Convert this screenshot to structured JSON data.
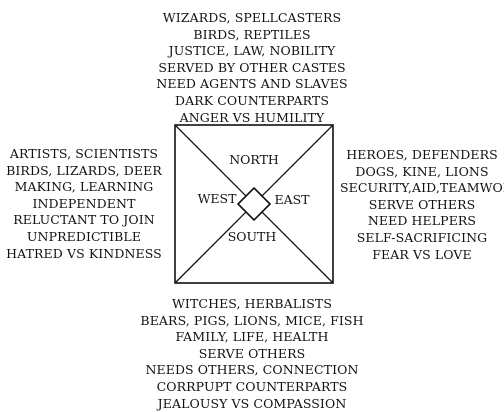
{
  "north": {
    "label": "NORTH",
    "lines": [
      "WIZARDS, SPELLCASTERS",
      "BIRDS, REPTILES",
      "JUSTICE, LAW, NOBILITY",
      "SERVED BY OTHER CASTES",
      "NEED AGENTS AND SLAVES",
      "DARK COUNTERPARTS",
      "ANGER VS HUMILITY"
    ]
  },
  "west": {
    "label": "WEST",
    "lines": [
      "ARTISTS, SCIENTISTS",
      "BIRDS, LIZARDS, DEER",
      "MAKING, LEARNING",
      "INDEPENDENT",
      "RELUCTANT TO JOIN",
      "UNPREDICTIBLE",
      "HATRED VS KINDNESS"
    ]
  },
  "east": {
    "label": "EAST",
    "lines": [
      "HEROES, DEFENDERS",
      "DOGS, KINE, LIONS",
      "SECURITY,AID,TEAMWORK",
      "SERVE OTHERS",
      "NEED HELPERS",
      "SELF-SACRIFICING",
      "FEAR VS LOVE"
    ]
  },
  "south": {
    "label": "SOUTH",
    "lines": [
      "WITCHES, HERBALISTS",
      "BEARS, PIGS, LIONS, MICE, FISH",
      "FAMILY, LIFE, HEALTH",
      "SERVE OTHERS",
      "NEEDS OTHERS, CONNECTION",
      "CORRPUPT COUNTERPARTS",
      "JEALOUSY VS COMPASSION"
    ]
  }
}
